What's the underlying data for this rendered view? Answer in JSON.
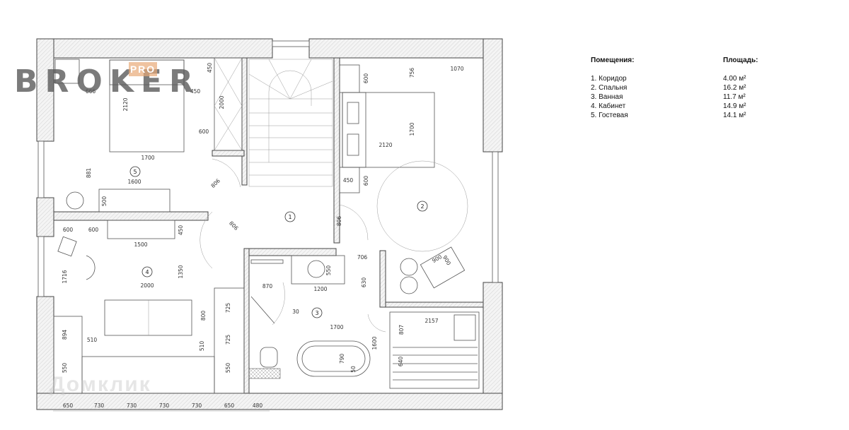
{
  "legend": {
    "rooms_header": "Помещения:",
    "area_header": "Площадь:",
    "rows": [
      {
        "room": "1. Коридор",
        "area": "4.00 м²"
      },
      {
        "room": "2. Спальня",
        "area": "16.2 м²"
      },
      {
        "room": "3. Ванная",
        "area": "11.7 м²"
      },
      {
        "room": "4. Кабинет",
        "area": "14.9 м²"
      },
      {
        "room": "5. Гостевая",
        "area": "14.1 м²"
      }
    ]
  },
  "room_numbers": [
    "1",
    "2",
    "3",
    "4",
    "5"
  ],
  "dims": [
    "666",
    "450",
    "2120",
    "450",
    "2000",
    "600",
    "1700",
    "881",
    "1600",
    "500",
    "806",
    "806",
    "600",
    "600",
    "450",
    "1500",
    "1716",
    "1350",
    "2000",
    "725",
    "800",
    "725",
    "894",
    "510",
    "510",
    "550",
    "550",
    "600",
    "756",
    "1070",
    "1700",
    "2120",
    "450",
    "600",
    "806",
    "550",
    "706",
    "870",
    "1200",
    "630",
    "30",
    "1700",
    "2157",
    "807",
    "1600",
    "790",
    "640",
    "50",
    "900",
    "900"
  ],
  "bottom_dims": [
    "650",
    "730",
    "730",
    "730",
    "730",
    "650",
    "480"
  ],
  "watermarks": {
    "broker": "BROKER",
    "pro": "PRO",
    "domclick": "Домклик"
  }
}
